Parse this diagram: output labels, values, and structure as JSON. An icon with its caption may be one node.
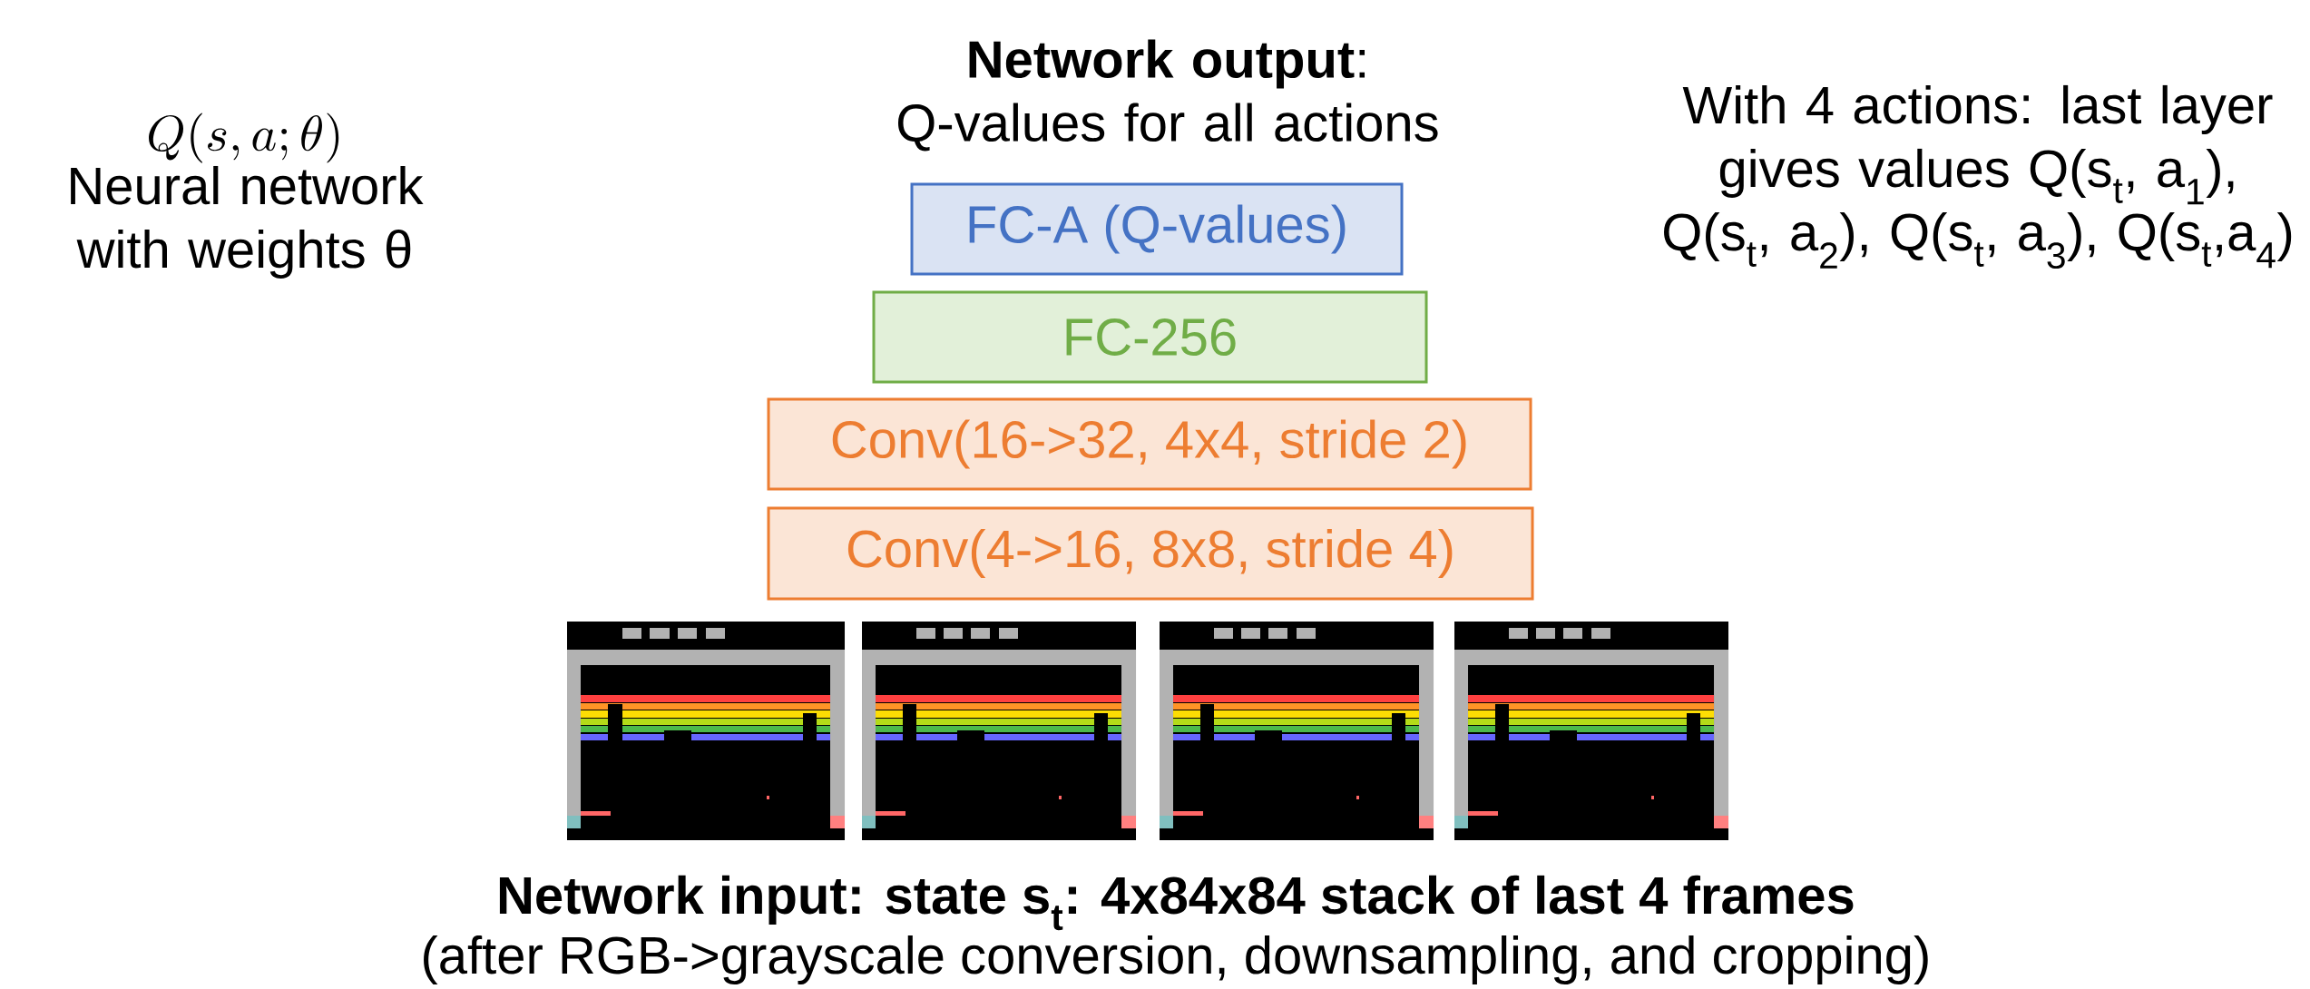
{
  "diagram": {
    "nodes": [
      {
        "text": [
          "FC-A (Q-values)"
        ]
      },
      {
        "text": [
          "FC-256"
        ]
      },
      {
        "text": [
          "Conv(16->32, 4x4, stride 2)"
        ]
      },
      {
        "text": [
          "Conv(4->16, 8x8, stride 4)"
        ]
      }
    ],
    "labels": [
      "Q(s,a;\\theta)",
      "Neural network with weights θ",
      "**Network output**: Q-values for all actions",
      "With 4 actions: last layer gives values Q(s$_{t}$, a$_{1}$), Q(s$_{t}$, a$_{2}$), Q(s$_{t}$, a$_{3}$), Q(s$_{t}$,a$_{4}$)",
      "Network input: state s$_{t}$: 4x84x84 stack of last 4 frames",
      "(after RGB->grayscale conversion, downsampling, and cropping)"
    ]
  }
}
